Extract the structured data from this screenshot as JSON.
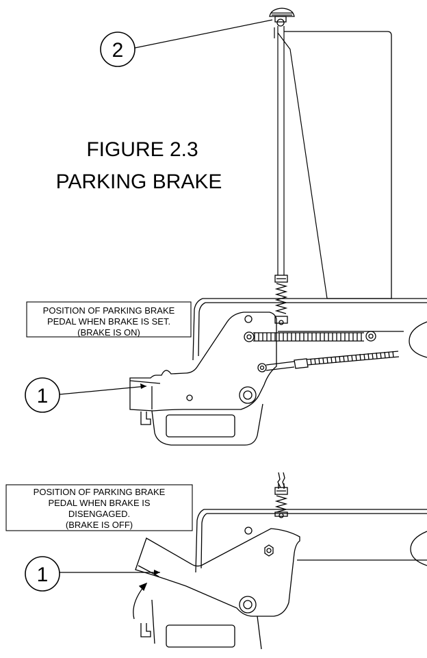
{
  "figure": {
    "title_line1": "FIGURE 2.3",
    "title_line2": "PARKING BRAKE"
  },
  "callouts": {
    "top": "2",
    "middle": "1",
    "bottom": "1"
  },
  "notes": {
    "brake_on": {
      "line1": "POSITION OF PARKING BRAKE",
      "line2": "PEDAL WHEN BRAKE IS SET.",
      "line3": "(BRAKE IS ON)"
    },
    "brake_off": {
      "line1": "POSITION OF PARKING BRAKE",
      "line2": "PEDAL WHEN BRAKE IS",
      "line3": "DISENGAGED.",
      "line4": "(BRAKE IS OFF)"
    }
  }
}
